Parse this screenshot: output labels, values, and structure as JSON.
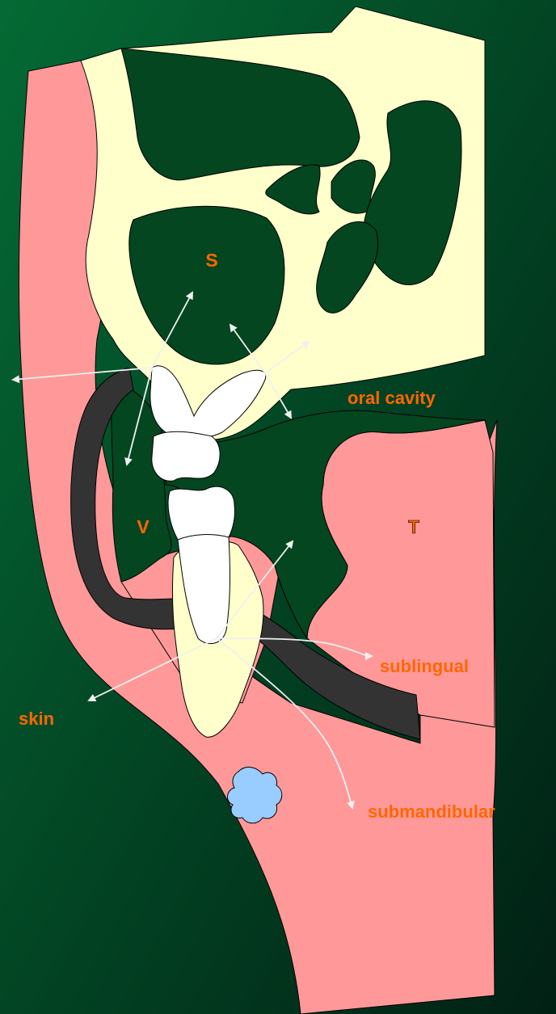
{
  "colors": {
    "background_light": "#046a34",
    "background_dark": "#012014",
    "soft_tissue": "#ff9999",
    "bone": "#ffffcc",
    "space": "#04461f",
    "tooth": "#ffffff",
    "muscle_band": "#333333",
    "gland": "#99ccff",
    "arrow": "#f0f0f0",
    "label": "#ff6600"
  },
  "labels": {
    "sinus": "S",
    "vestibule": "V",
    "tongue": "T",
    "oral_cavity": "oral cavity",
    "sublingual": "sublingual",
    "skin": "skin",
    "submandibular": "submandibular"
  }
}
